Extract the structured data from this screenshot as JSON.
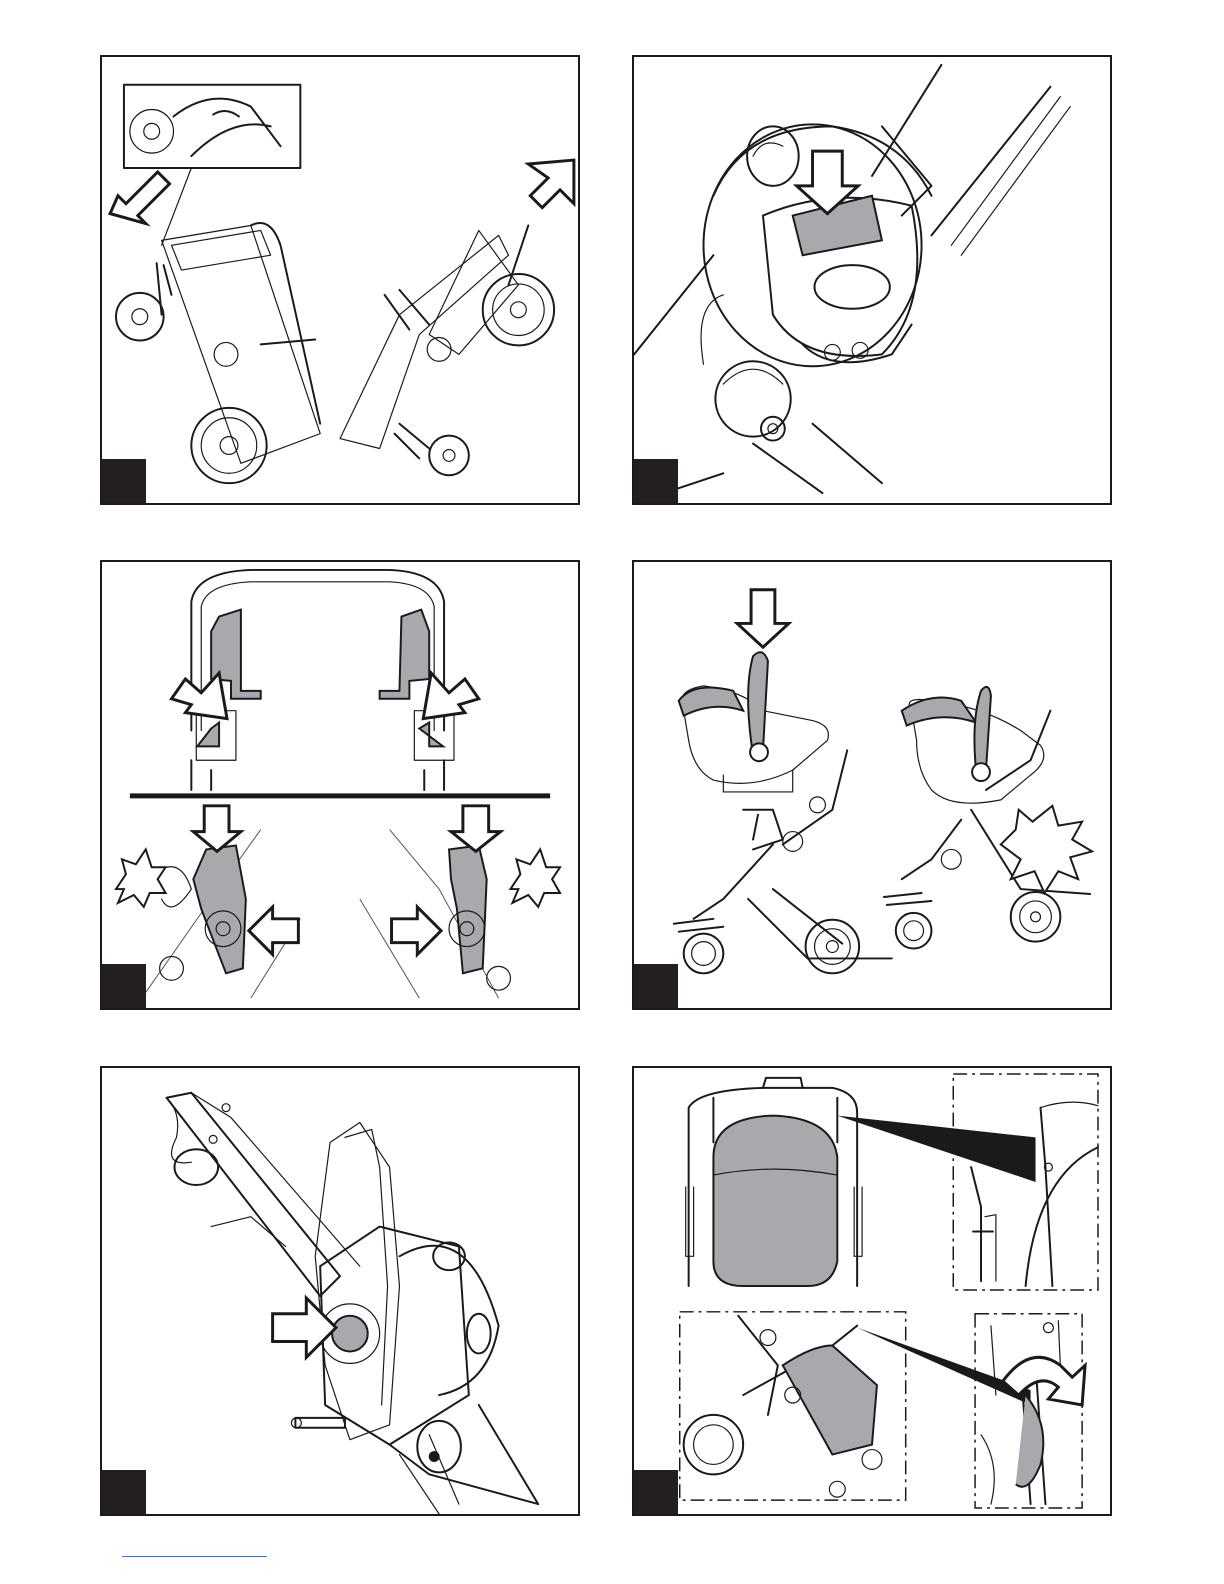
{
  "page": {
    "title": "",
    "panels": [
      {
        "id": "p1",
        "step": ""
      },
      {
        "id": "p2",
        "step": ""
      },
      {
        "id": "p3",
        "step": ""
      },
      {
        "id": "p4",
        "step": ""
      },
      {
        "id": "p5",
        "step": ""
      },
      {
        "id": "p6",
        "step": ""
      }
    ]
  },
  "icons": {
    "arrow": "outlined-arrow-icon",
    "click": "click-burst-icon",
    "rotate": "curved-arrow-icon"
  },
  "colors": {
    "line": "#1a1a1a",
    "fill_gray": "#a7a9ac",
    "badge": "#231f20",
    "background": "#ffffff"
  }
}
